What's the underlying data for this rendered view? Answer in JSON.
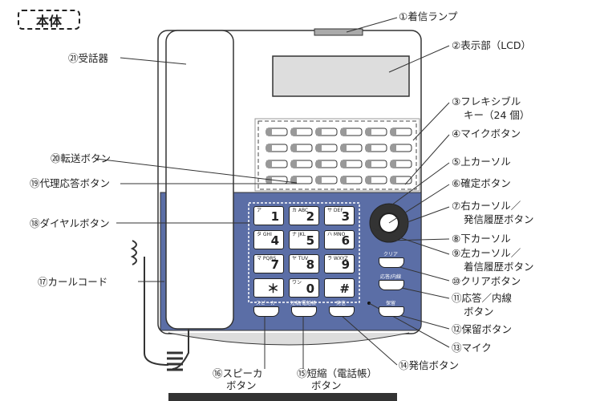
{
  "title": "本体",
  "labels": {
    "l1": "①着信ランプ",
    "l2": "②表示部（LCD）",
    "l3a": "③フレキシブル",
    "l3b": "キー（24 個）",
    "l4": "④マイクボタン",
    "l5": "⑤上カーソル",
    "l6": "⑥確定ボタン",
    "l7a": "⑦右カーソル／",
    "l7b": "発信履歴ボタン",
    "l8": "⑧下カーソル",
    "l9a": "⑨左カーソル／",
    "l9b": "着信履歴ボタン",
    "l10": "⑩クリアボタン",
    "l11a": "⑪応答／内線",
    "l11b": "ボタン",
    "l12": "⑫保留ボタン",
    "l13": "⑬マイク",
    "l14": "⑭発信ボタン",
    "l15a": "⑮短縮（電話帳）",
    "l15b": "ボタン",
    "l16a": "⑯スピーカ",
    "l16b": "ボタン",
    "l17": "⑰カールコード",
    "l18": "⑱ダイヤルボタン",
    "l19": "⑲代理応答ボタン",
    "l20": "⑳転送ボタン",
    "l21": "㉑受話器"
  },
  "keys": [
    {
      "k": "1",
      "s": "ア"
    },
    {
      "k": "2",
      "s": "カ ABC"
    },
    {
      "k": "3",
      "s": "サ DEF"
    },
    {
      "k": "4",
      "s": "タ GHI"
    },
    {
      "k": "5",
      "s": "ナ JKL"
    },
    {
      "k": "6",
      "s": "ハ MNO"
    },
    {
      "k": "7",
      "s": "マ PQRS"
    },
    {
      "k": "8",
      "s": "ヤ TUV"
    },
    {
      "k": "9",
      "s": "ラ WXYZ"
    },
    {
      "k": "＊",
      "s": ""
    },
    {
      "k": "0",
      "s": "ワン"
    },
    {
      "k": "#",
      "s": ""
    }
  ],
  "buttons": {
    "speaker": "スピーカ",
    "shortcut": "短縮/電話帳",
    "call": "発信",
    "hold": "保留",
    "answer": "応答/内線",
    "clear": "クリア"
  },
  "colors": {
    "panel": "#5b6ea6"
  }
}
